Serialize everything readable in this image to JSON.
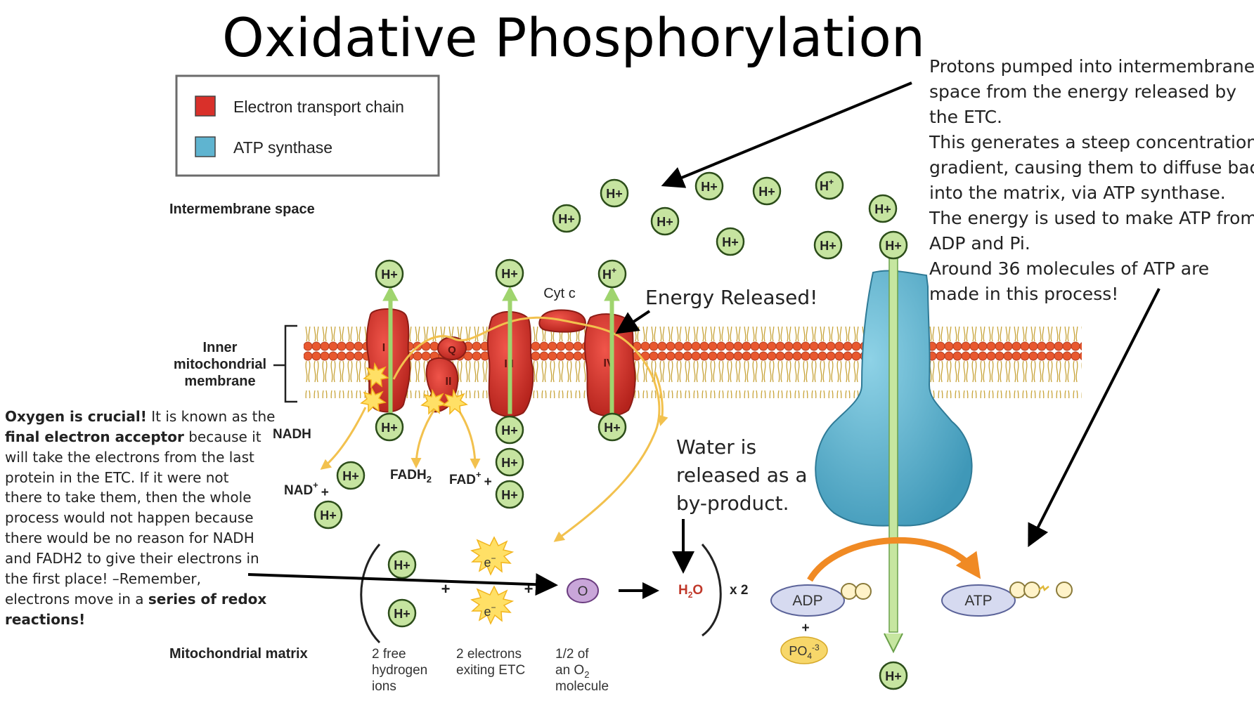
{
  "title": "Oxidative Phosphorylation",
  "legend": {
    "etc_label": "Electron transport chain",
    "atp_synthase_label": "ATP synthase",
    "colors": {
      "etc": "#d9302a",
      "atp_synthase": "#5fb4d0"
    }
  },
  "regions": {
    "intermembrane_space": "Intermembrane space",
    "membrane_line1": "Inner",
    "membrane_line2": "mitochondrial",
    "membrane_line3": "membrane",
    "matrix": "Mitochondrial matrix"
  },
  "complexes": {
    "c1": "I",
    "c2": "II",
    "c3": "III",
    "c4": "IV",
    "q": "Q",
    "cytc": "Cyt c"
  },
  "molecules": {
    "nadh": "NADH",
    "nad_plus": "NAD",
    "nad_plus_sign": "+",
    "plus": "+",
    "fadh2": "FADH",
    "fadh2_sub": "2",
    "fad_plus": "FAD",
    "fad_plus_sign": "+",
    "h_plus": "H+",
    "h_plus_base": "H",
    "h_plus_sup": "+",
    "electron": "e",
    "electron_sup": "−",
    "oxygen": "O",
    "water_h": "H",
    "water_sub": "2",
    "water_o": "O",
    "times_two": "x 2",
    "adp": "ADP",
    "atp": "ATP",
    "phosphate": "PO",
    "phosphate_sub": "4",
    "phosphate_sup": "-3"
  },
  "captions": {
    "hydrogen_line1": "2 free",
    "hydrogen_line2": "hydrogen",
    "hydrogen_line3": "ions",
    "electrons_line1": "2 electrons",
    "electrons_line2": "exiting ETC",
    "oxygen_line1": "1/2 of",
    "oxygen_line2": "an O",
    "oxygen_line2_sub": "2",
    "oxygen_line3": "molecule"
  },
  "annotations": {
    "energy_released": "Energy Released!",
    "water_line1": "Water is",
    "water_line2": "released as a",
    "water_line3": "by-product.",
    "protons_lines": [
      "Protons pumped into intermembrane",
      "space from the energy released by",
      "the ETC.",
      "This generates a steep concentration",
      "gradient, causing them to diffuse back",
      "into the matrix, via ATP synthase.",
      "The energy is used to make ATP from",
      "ADP and Pi.",
      "Around 36 molecules of ATP are",
      "made in this process!"
    ],
    "oxygen": {
      "l1_bold": "Oxygen is crucial!",
      "l1_rest": " It is known as the",
      "l2_bold": "final electron acceptor",
      "l2_rest": " because it",
      "l3": "will take the electrons from the last",
      "l4": "protein in the ETC. If it were not",
      "l5": "there to take them, then the whole",
      "l6": "process would not happen because",
      "l7": "there would be no reason for NADH",
      "l8": "and FADH2 to give their electrons in",
      "l9": "the first place! –Remember,",
      "l10_rest": "electrons move in a ",
      "l10_bold": "series of redox",
      "l11_bold": "reactions!"
    }
  }
}
